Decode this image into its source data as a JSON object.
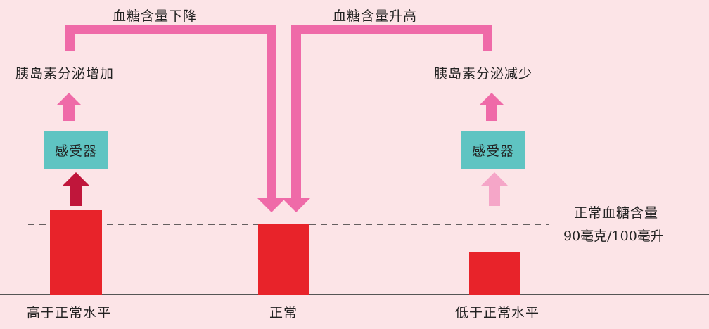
{
  "colors": {
    "background": "#fce4e7",
    "bar": "#e8232a",
    "feedback_arrow": "#ef6aa8",
    "arrow_light": "#f5a6c8",
    "receptor_box": "#5fc4c2",
    "baseline": "#555555"
  },
  "top_labels": {
    "decrease": "血糖含量下降",
    "increase": "血糖含量升高"
  },
  "left": {
    "response": "胰岛素分泌增加",
    "receptor": "感受器",
    "level_label": "高于正常水平"
  },
  "center": {
    "level_label": "正常"
  },
  "right": {
    "response": "胰岛素分泌减少",
    "receptor": "感受器",
    "level_label": "低于正常水平"
  },
  "normal_line": {
    "label_line1": "正常血糖含量",
    "label_line2": "90毫克/100毫升"
  },
  "chart_data": {
    "type": "bar",
    "categories": [
      "高于正常水平",
      "正常",
      "低于正常水平"
    ],
    "values": [
      1.2,
      1.0,
      0.6
    ]
  }
}
